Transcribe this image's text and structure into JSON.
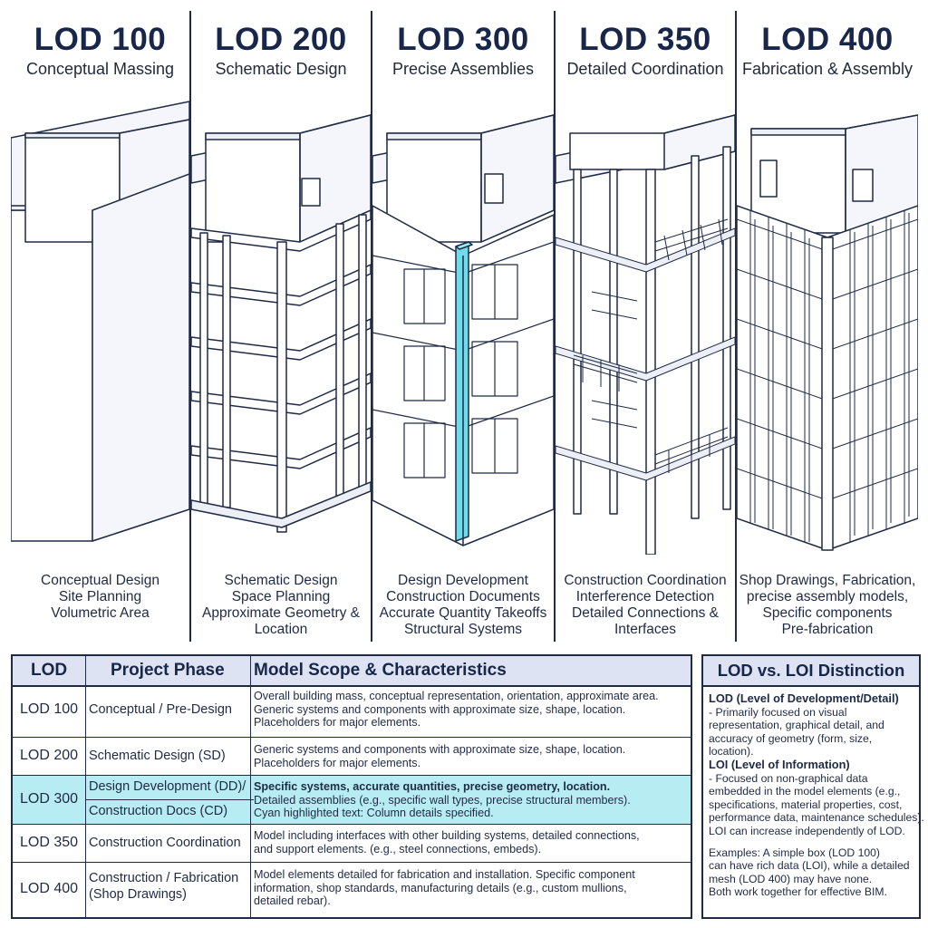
{
  "panels": [
    {
      "title": "LOD 100",
      "subtitle": "Conceptual Massing",
      "uses": [
        "Conceptual Design",
        "Site Planning",
        "Volumetric Area"
      ]
    },
    {
      "title": "LOD 200",
      "subtitle": "Schematic Design",
      "uses": [
        "Schematic Design",
        "Space Planning",
        "Approximate Geometry &",
        "Location"
      ]
    },
    {
      "title": "LOD 300",
      "subtitle": "Precise Assemblies",
      "uses": [
        "Design Development",
        "Construction Documents",
        "Accurate Quantity Takeoffs",
        "Structural Systems"
      ]
    },
    {
      "title": "LOD 350",
      "subtitle": "Detailed Coordination",
      "uses": [
        "Construction Coordination",
        "Interference Detection",
        "Detailed Connections &",
        "Interfaces"
      ]
    },
    {
      "title": "LOD 400",
      "subtitle": "Fabrication & Assembly",
      "uses": [
        "Shop Drawings, Fabrication,",
        "precise assembly models,",
        "Specific components",
        "Pre-fabrication"
      ]
    }
  ],
  "table": {
    "headers": [
      "LOD",
      "Project Phase",
      "Model Scope & Characteristics"
    ],
    "rows": [
      {
        "lod": "LOD 100",
        "phase": [
          "Conceptual / Pre-Design"
        ],
        "scope": [
          "Overall building mass, conceptual representation, orientation, approximate area.",
          "Generic systems and components with approximate size, shape, location.",
          "Placeholders for major elements."
        ]
      },
      {
        "lod": "LOD 200",
        "phase": [
          "Schematic Design (SD)"
        ],
        "scope": [
          "Generic systems and components with approximate size, shape, location.",
          "Placeholders for major elements."
        ]
      },
      {
        "lod": "LOD 300",
        "phase": [
          "Design Development (DD)/",
          "Construction Docs (CD)"
        ],
        "scope": [
          "Specific systems, accurate quantities, precise geometry, location.",
          "Detailed assemblies (e.g., specific wall types, precise structural members).",
          "Cyan highlighted text: Column details specified."
        ]
      },
      {
        "lod": "LOD 350",
        "phase": [
          "Construction Coordination"
        ],
        "scope": [
          "Model including interfaces with other building systems, detailed connections,",
          "and support elements. (e.g., steel connections, embeds)."
        ]
      },
      {
        "lod": "LOD 400",
        "phase": [
          "Construction / Fabrication",
          "(Shop Drawings)"
        ],
        "scope": [
          "Model elements detailed for fabrication and installation. Specific component",
          "information, shop standards, manufacturing details (e.g., custom mullions,",
          "detailed rebar)."
        ]
      }
    ]
  },
  "side": {
    "title": "LOD vs. LOI Distinction",
    "lod_heading": "LOD (Level of Development/Detail)",
    "lod_lines": [
      "- Primarily focused on visual",
      "representation, graphical detail, and",
      "accuracy of geometry (form, size,",
      "location)."
    ],
    "loi_heading": "LOI (Level of Information)",
    "loi_lines": [
      "- Focused on non-graphical data",
      "embedded in the model elements (e.g.,",
      "specifications, material properties, cost,",
      "performance data, maintenance schedules).",
      "LOI can increase independently of LOD."
    ],
    "example_lines": [
      "Examples: A simple box (LOD 100)",
      "can have rich data (LOI), while a detailed",
      "mesh (LOD 400) may have none.",
      "Both work together for effective BIM."
    ]
  },
  "colors": {
    "ink": "#1f2a44",
    "header_fill": "#dde3f2",
    "highlight": "#b8ecf3",
    "cyan_column": "#6fdcec",
    "shade": "#eceff6"
  }
}
